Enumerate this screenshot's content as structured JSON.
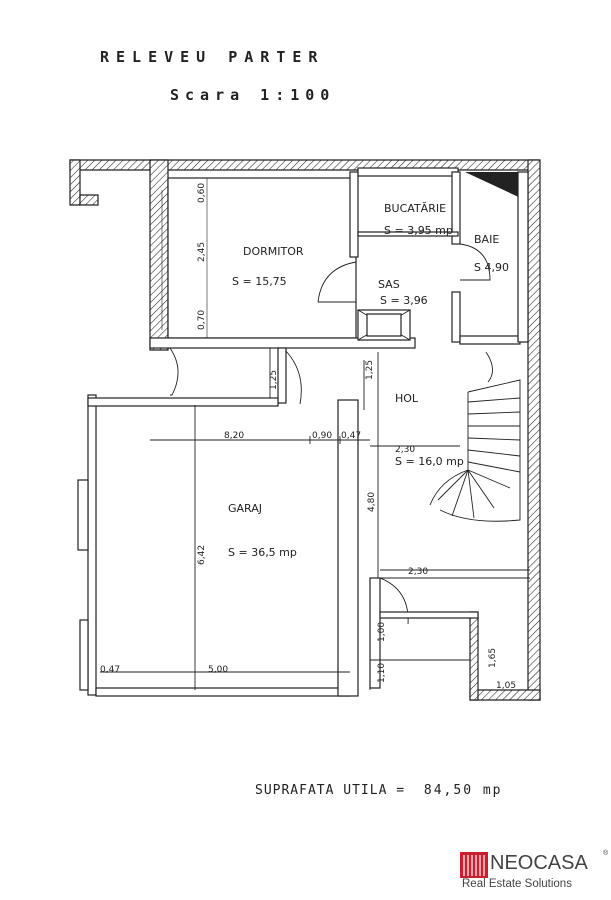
{
  "header": {
    "title": "RELEVEU PARTER",
    "scale": "Scara 1:100"
  },
  "rooms": {
    "dormitor": {
      "name": "DORMITOR",
      "area": "S = 15,75"
    },
    "bucatarie": {
      "name": "BUCATĂRIE",
      "area": "S = 3,95 mp"
    },
    "baie": {
      "name": "BAIE",
      "area": "S 4,90"
    },
    "sas": {
      "name": "SAS",
      "area": "S = 3,96"
    },
    "hol": {
      "name": "HOL",
      "area": "S = 16,0 mp"
    },
    "garaj": {
      "name": "GARAJ",
      "area": "S = 36,5 mp"
    }
  },
  "dimensions": {
    "d060": "0,60",
    "d245": "2,45",
    "d070": "0,70",
    "d125a": "1,25",
    "d125b": "1,25",
    "d820": "8,20",
    "d090": "0,90",
    "d047a": "0,47",
    "d230a": "2,30",
    "d480": "4,80",
    "d642": "6,42",
    "d230b": "2,30",
    "d100": "1,00",
    "d110": "1,10",
    "d165": "1,65",
    "d105": "1,05",
    "d047b": "0,47",
    "d500": "5,00"
  },
  "summary": {
    "label": "SUPRAFATA UTILA =",
    "value": "84,50 mp"
  },
  "brand": {
    "name": "NEOCASA",
    "reg": "®",
    "tagline": "Real Estate Solutions",
    "color": "#c8202f"
  }
}
